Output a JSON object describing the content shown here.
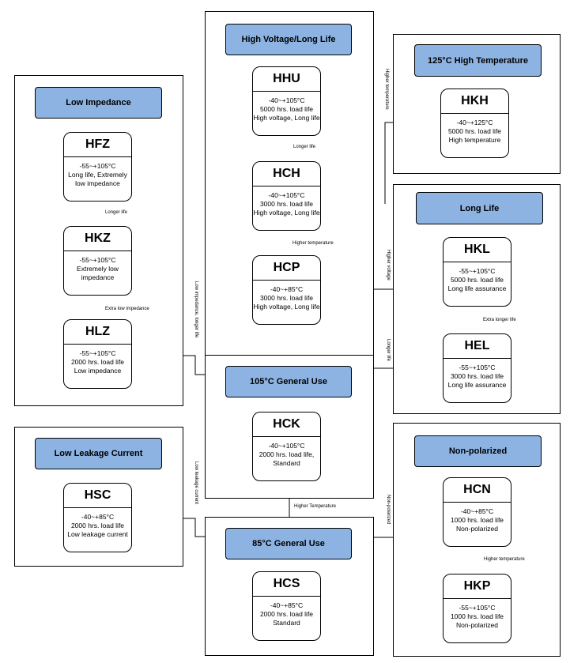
{
  "categories": {
    "high_voltage_long_life": "High Voltage/Long Life",
    "high_temperature_125": "125°C High Temperature",
    "low_impedance": "Low Impedance",
    "long_life": "Long Life",
    "general_105": "105°C General Use",
    "low_leakage": "Low Leakage Current",
    "non_polarized": "Non-polarized",
    "general_85": "85°C General Use"
  },
  "nodes": {
    "HHU": {
      "code": "HHU",
      "lines": [
        "-40~+105°C",
        "5000 hrs. load life",
        "High voltage, Long life"
      ]
    },
    "HCH": {
      "code": "HCH",
      "lines": [
        "-40~+105°C",
        "3000 hrs. load life",
        "High voltage, Long life"
      ]
    },
    "HCP": {
      "code": "HCP",
      "lines": [
        "-40~+85°C",
        "3000 hrs. load life",
        "High voltage, Long life"
      ]
    },
    "HKH": {
      "code": "HKH",
      "lines": [
        "-40~+125°C",
        "5000 hrs. load life",
        "High temperature"
      ]
    },
    "HFZ": {
      "code": "HFZ",
      "lines": [
        "-55~+105°C",
        "Long life, Extremely",
        "low impedance"
      ]
    },
    "HKZ": {
      "code": "HKZ",
      "lines": [
        "-55~+105°C",
        "Extremely low",
        "impedance"
      ]
    },
    "HLZ": {
      "code": "HLZ",
      "lines": [
        "-55~+105°C",
        "2000 hrs. load life",
        "Low impedance"
      ]
    },
    "HKL": {
      "code": "HKL",
      "lines": [
        "-55~+105°C",
        "5000 hrs. load life",
        "Long life assurance"
      ]
    },
    "HEL": {
      "code": "HEL",
      "lines": [
        "-55~+105°C",
        "3000 hrs. load life",
        "Long life assurance"
      ]
    },
    "HCK": {
      "code": "HCK",
      "lines": [
        "-40~+105°C",
        "2000 hrs. load life,",
        "Standard"
      ]
    },
    "HSC": {
      "code": "HSC",
      "lines": [
        "-40~+85°C",
        "2000 hrs. load life",
        "Low leakage current"
      ]
    },
    "HCN": {
      "code": "HCN",
      "lines": [
        "-40~+85°C",
        "1000 hrs. load life",
        "Non-polarized"
      ]
    },
    "HKP": {
      "code": "HKP",
      "lines": [
        "-55~+105°C",
        "1000 hrs. load life",
        "Non-polarized"
      ]
    },
    "HCS": {
      "code": "HCS",
      "lines": [
        "-40~+85°C",
        "2000 hrs. load life",
        "Standard"
      ]
    }
  },
  "edge_labels": {
    "hch_to_hhu": "Longer life",
    "hcp_to_hch": "Higher temperature",
    "hkz_to_hfz": "Longer life",
    "hlz_to_hkz": "Extra low impedance",
    "hel_to_hkl": "Extra longer life",
    "hcn_to_hkp": "Higher temperature",
    "hcs_to_hck": "Higher Temperature",
    "to_hkh": "Higher temperature",
    "to_hcp": "Higher voltage",
    "to_hel": "Longer life",
    "to_hlz": "Low impedance, longer life",
    "to_hsc": "Low leakage current",
    "to_hcn": "Non-polarized"
  }
}
